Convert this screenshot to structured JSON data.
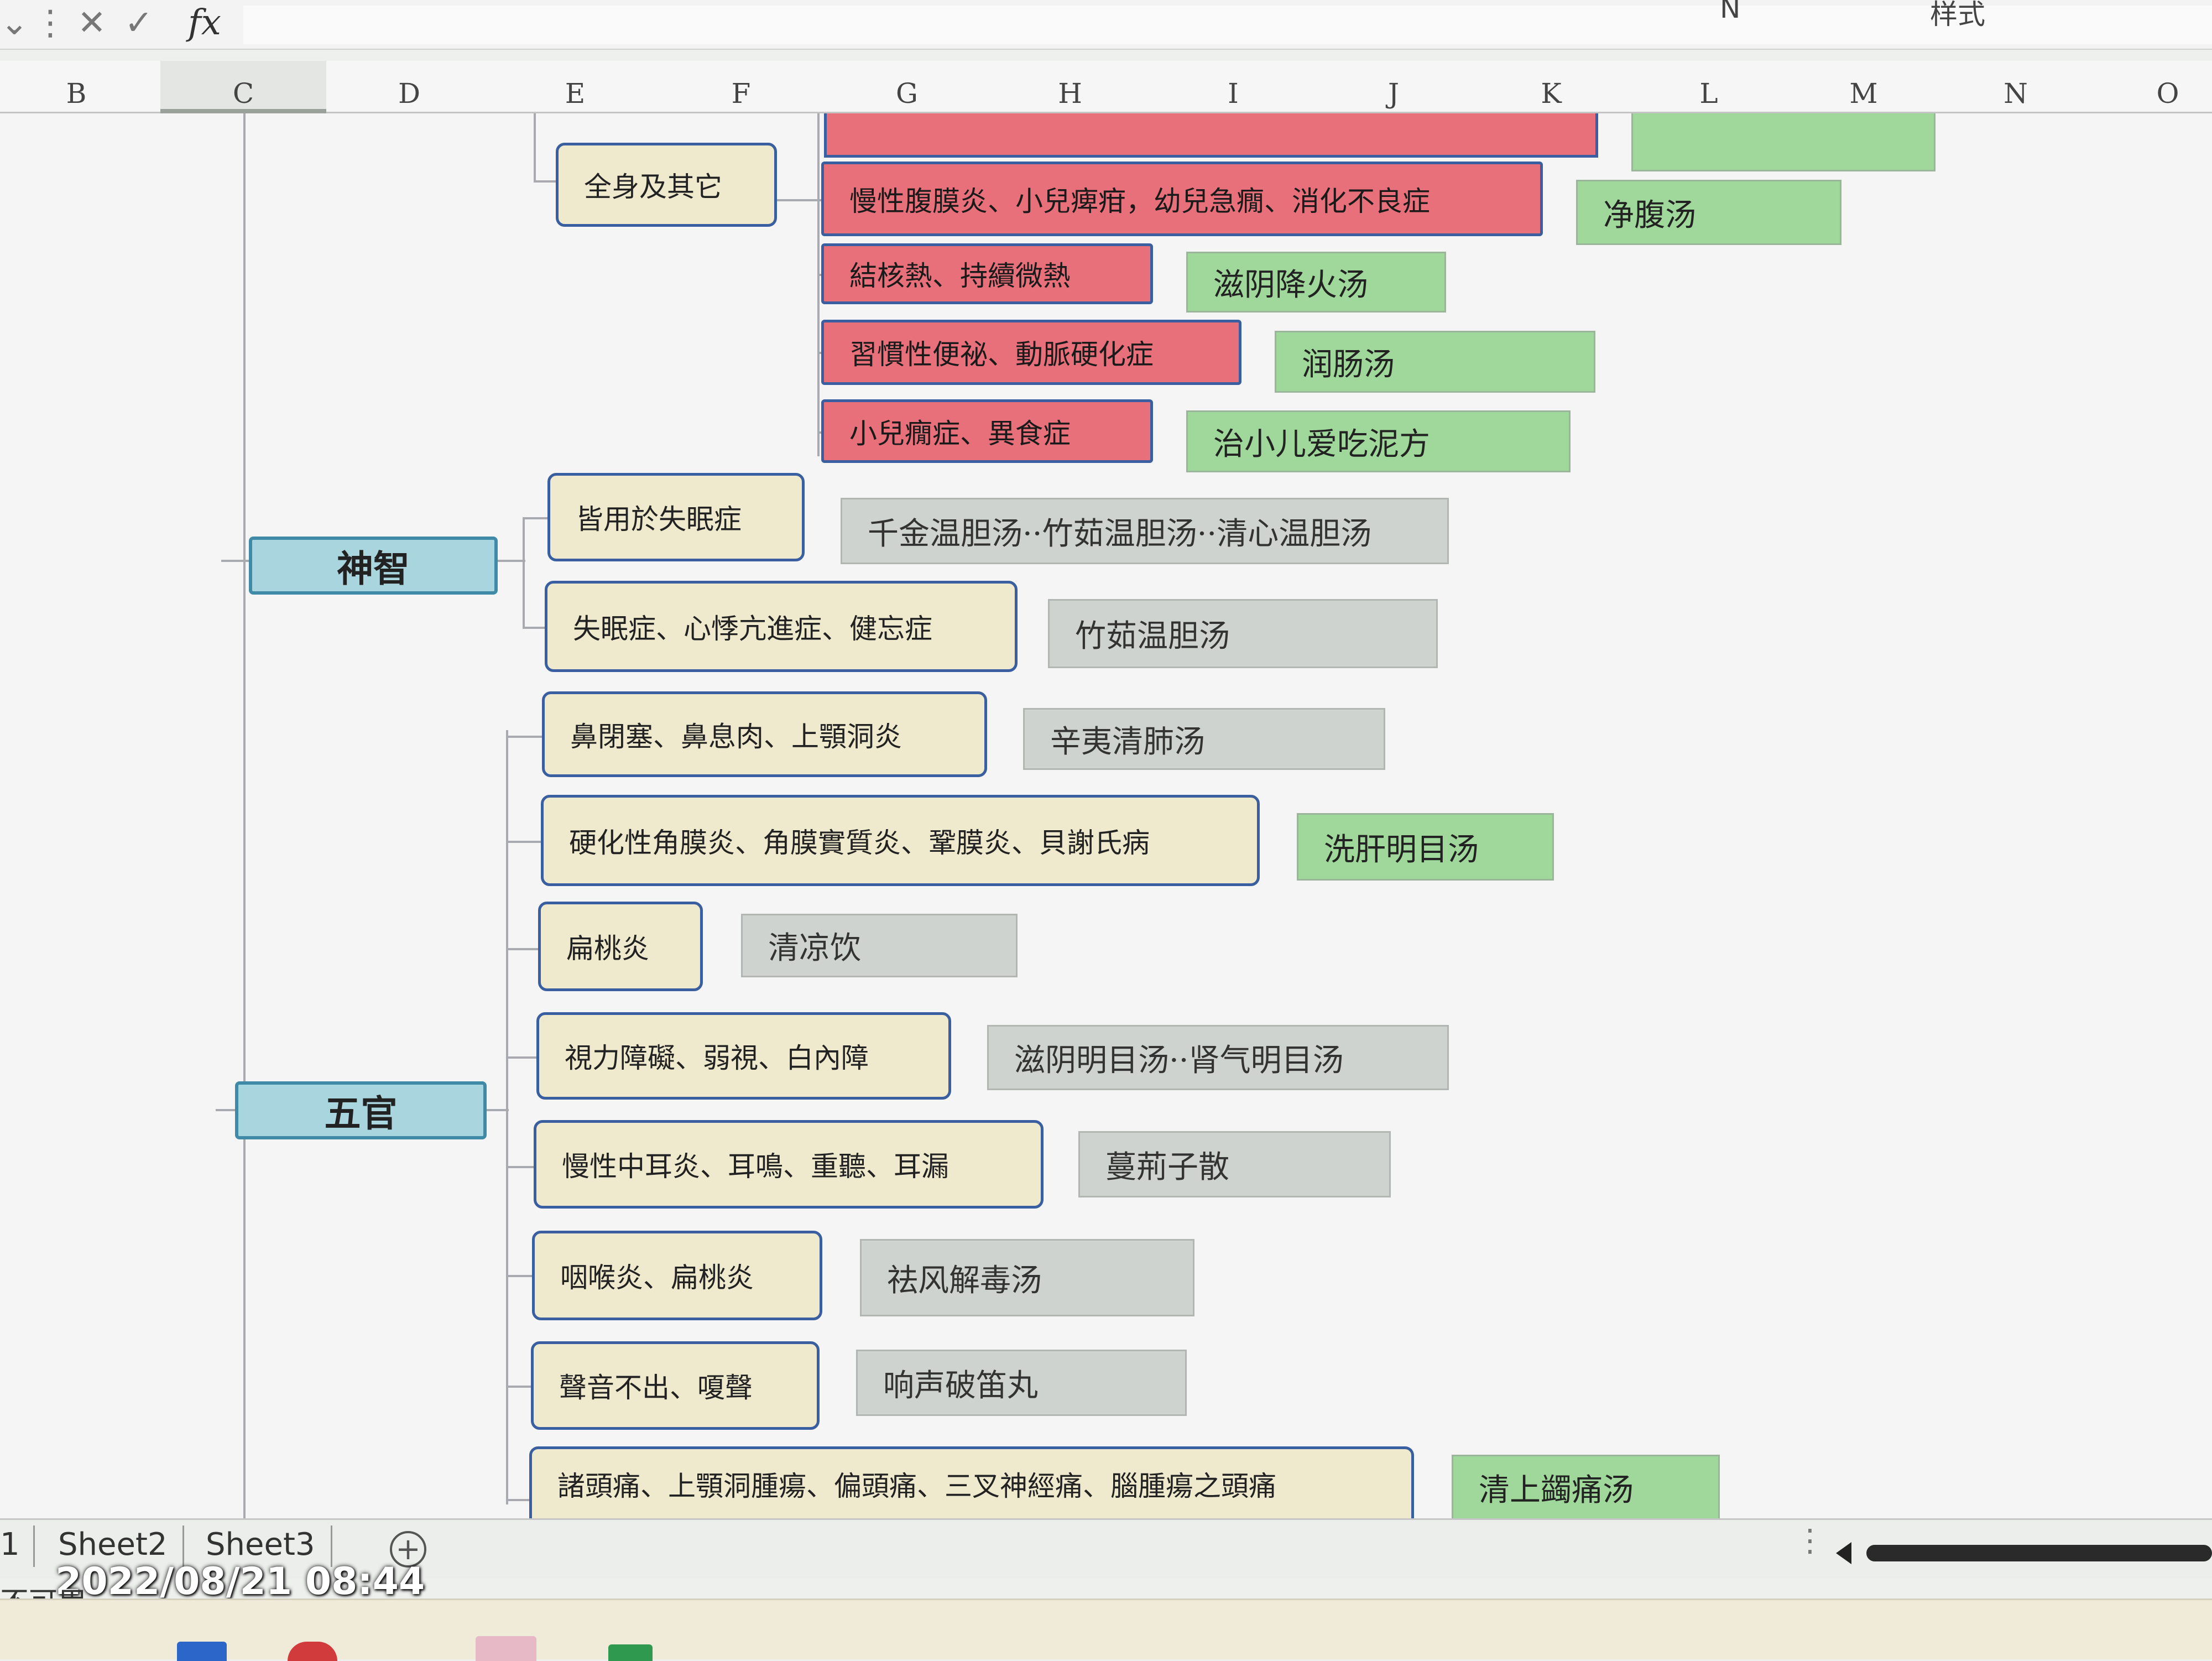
{
  "formula_bar": {
    "fx_label": "fx",
    "ribbon_right": "样式",
    "ribbon_mid": "N"
  },
  "columns": [
    "B",
    "C",
    "D",
    "E",
    "F",
    "G",
    "H",
    "I",
    "J",
    "K",
    "L",
    "M",
    "N",
    "O"
  ],
  "tree": {
    "whole_body_category": "全身及其它",
    "whole_body_items": [
      {
        "condition": "慢性腹膜炎、小兒痺疳，幼兒急癇、消化不良症",
        "formula": "净腹汤"
      },
      {
        "condition": "結核熱、持續微熱",
        "formula": "滋阴降火汤"
      },
      {
        "condition": "習慣性便祕、動脈硬化症",
        "formula": "润肠汤"
      },
      {
        "condition": "小兒癇症、異食症",
        "formula": "治小儿爱吃泥方"
      }
    ],
    "mind": {
      "label": "神智",
      "items": [
        {
          "condition": "皆用於失眠症",
          "formula": "千金温胆汤··竹茹温胆汤··清心温胆汤"
        },
        {
          "condition": "失眠症、心悸亢進症、健忘症",
          "formula": "竹茹温胆汤"
        }
      ]
    },
    "senses": {
      "label": "五官",
      "items": [
        {
          "condition": "鼻閉塞、鼻息肉、上顎洞炎",
          "formula": "辛夷清肺汤"
        },
        {
          "condition": "硬化性角膜炎、角膜實質炎、鞏膜炎、貝謝氏病",
          "formula": "洗肝明目汤"
        },
        {
          "condition": "扁桃炎",
          "formula": "清凉饮"
        },
        {
          "condition": "視力障礙、弱視、白內障",
          "formula": "滋阴明目汤··肾气明目汤"
        },
        {
          "condition": "慢性中耳炎、耳鳴、重聽、耳漏",
          "formula": "蔓荊子散"
        },
        {
          "condition": "咽喉炎、扁桃炎",
          "formula": "祛风解毒汤"
        },
        {
          "condition": "聲音不出、嗄聲",
          "formula": "响声破笛丸"
        },
        {
          "condition": "諸頭痛、上顎洞腫瘍、偏頭痛、三叉神經痛、腦腫瘍之頭痛",
          "formula": "清上蠲痛汤"
        }
      ]
    }
  },
  "sheet_tabs": [
    "1",
    "Sheet2",
    "Sheet3"
  ],
  "add_sheet": "+",
  "timestamp": "2022/08/21 08:44",
  "status_text": "不可用",
  "colors": {
    "category": "#a9d5df",
    "condition": "#efe9cd",
    "red_condition": "#e8707a",
    "formula_green": "#9fd89a",
    "formula_gray": "#cfd3cf"
  }
}
